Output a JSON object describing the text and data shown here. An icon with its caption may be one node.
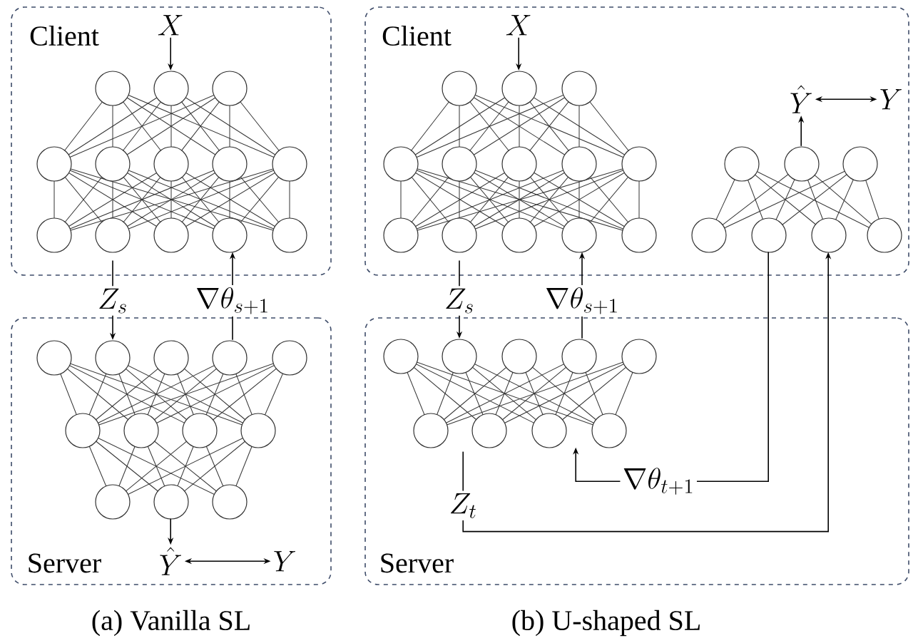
{
  "diagram": {
    "nodes": [
      {
        "text": [
          "Client"
        ]
      },
      {
        "text": [
          "X"
        ],
        "in": 0
      },
      {
        "text": [],
        "shape": "picture",
        "in": 0
      },
      {
        "text": [
          "Z_{s}"
        ]
      },
      {
        "text": [
          "\\nabla\\theta_{s+1}"
        ]
      },
      {
        "text": [
          "Server"
        ]
      },
      {
        "text": [],
        "shape": "picture",
        "in": 5
      },
      {
        "text": [
          "\\hat{Y}"
        ],
        "in": 5
      },
      {
        "text": [
          "Y"
        ],
        "in": 5
      },
      {
        "text": [
          "Client"
        ]
      },
      {
        "text": [
          "X"
        ],
        "in": 9
      },
      {
        "text": [],
        "shape": "picture",
        "in": 9
      },
      {
        "text": [
          "\\hat{Y}"
        ],
        "in": 9
      },
      {
        "text": [
          "Y"
        ],
        "in": 9
      },
      {
        "text": [],
        "shape": "picture",
        "in": 9
      },
      {
        "text": [
          "Z_{s}"
        ]
      },
      {
        "text": [
          "\\nabla\\theta_{s+1}"
        ]
      },
      {
        "text": [
          "Server"
        ]
      },
      {
        "text": [],
        "shape": "picture",
        "in": 17
      },
      {
        "text": [
          "\\nabla\\theta_{t+1}"
        ],
        "in": 17
      },
      {
        "text": [
          "Z_{t}"
        ],
        "in": 17
      }
    ],
    "edges": [
      {
        "from": 1,
        "to": 2,
        "arrow": "to"
      },
      {
        "from": 2,
        "to": 3,
        "arrow": "none"
      },
      {
        "from": 3,
        "to": 6,
        "arrow": "to"
      },
      {
        "from": 6,
        "to": 4,
        "arrow": "none"
      },
      {
        "from": 4,
        "to": 2,
        "arrow": "to"
      },
      {
        "from": 6,
        "to": 7,
        "arrow": "to"
      },
      {
        "from": 7,
        "to": 8,
        "arrow": "both"
      },
      {
        "from": 10,
        "to": 11,
        "arrow": "to"
      },
      {
        "from": 11,
        "to": 15,
        "arrow": "none"
      },
      {
        "from": 15,
        "to": 18,
        "arrow": "to"
      },
      {
        "from": 18,
        "to": 16,
        "arrow": "none"
      },
      {
        "from": 16,
        "to": 11,
        "arrow": "to"
      },
      {
        "from": 14,
        "to": 12,
        "arrow": "to"
      },
      {
        "from": 12,
        "to": 13,
        "arrow": "both"
      },
      {
        "from": 18,
        "to": 20,
        "arrow": "none"
      },
      {
        "from": 20,
        "to": 14,
        "arrow": "to"
      },
      {
        "from": 14,
        "to": 19,
        "arrow": "none"
      },
      {
        "from": 19,
        "to": 18,
        "arrow": "to"
      }
    ],
    "labels": [
      "(a) Vanilla SL",
      "(b) U-shaped SL"
    ]
  }
}
